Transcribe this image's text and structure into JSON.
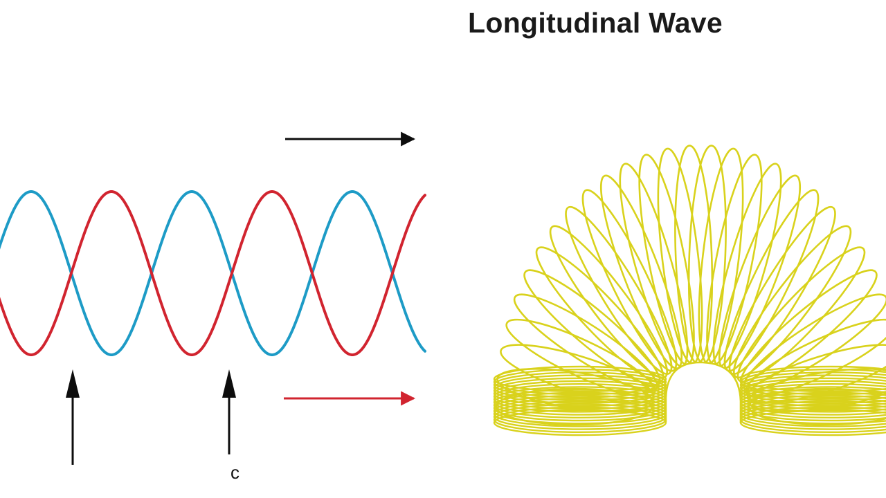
{
  "title": "Longitudinal Wave",
  "colors": {
    "wave_blue": "#1d9bc6",
    "wave_red": "#d1242f",
    "arrow_black": "#0d0d0d",
    "arrow_red": "#d1242f",
    "spring": "#d9d21c",
    "background": "#ffffff"
  },
  "waves": [
    {
      "name": "blue",
      "color_key": "wave_blue",
      "phase": "cos"
    },
    {
      "name": "red",
      "color_key": "wave_red",
      "phase": "neg-cos"
    }
  ],
  "arrows": {
    "top_direction": "right",
    "bottom_direction": "right"
  },
  "markers": [
    {
      "label": ""
    },
    {
      "label": "c"
    }
  ],
  "spring": {
    "icon": "slinky-spring-icon",
    "coil_count": 30
  }
}
